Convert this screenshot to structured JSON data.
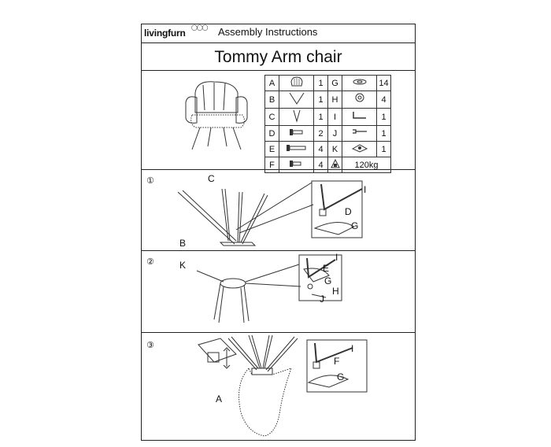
{
  "header": {
    "brand": "livingfurn",
    "title": "Assembly Instructions"
  },
  "product_title": "Tommy Arm chair",
  "parts": [
    {
      "left_letter": "A",
      "left_icon": "seat-icon",
      "left_qty": "1",
      "right_letter": "G",
      "right_icon": "washer-icon",
      "right_qty": "14"
    },
    {
      "left_letter": "B",
      "left_icon": "leg-pair-icon",
      "left_qty": "1",
      "right_letter": "H",
      "right_icon": "nut-icon",
      "right_qty": "4"
    },
    {
      "left_letter": "C",
      "left_icon": "leg-pair-icon",
      "left_qty": "1",
      "right_letter": "I",
      "right_icon": "allen-key-icon",
      "right_qty": "1"
    },
    {
      "left_letter": "D",
      "left_icon": "bolt-icon",
      "left_qty": "2",
      "right_letter": "J",
      "right_icon": "wrench-icon",
      "right_qty": "1"
    },
    {
      "left_letter": "E",
      "left_icon": "long-bolt-icon",
      "left_qty": "4",
      "right_letter": "K",
      "right_icon": "swivel-plate-icon",
      "right_qty": "1"
    },
    {
      "left_letter": "F",
      "left_icon": "bolt-icon",
      "left_qty": "4",
      "right_letter": "",
      "right_icon": "max-load-icon",
      "right_qty": "120kg"
    }
  ],
  "steps": [
    {
      "number": "①",
      "labels": {
        "b": "B",
        "c": "C",
        "i": "I",
        "d": "D",
        "g": "G"
      }
    },
    {
      "number": "②",
      "labels": {
        "k": "K",
        "i": "I",
        "e": "E",
        "g": "G",
        "h": "H",
        "j": "J"
      }
    },
    {
      "number": "③",
      "labels": {
        "a": "A",
        "i": "I",
        "f": "F",
        "g": "G"
      }
    }
  ]
}
